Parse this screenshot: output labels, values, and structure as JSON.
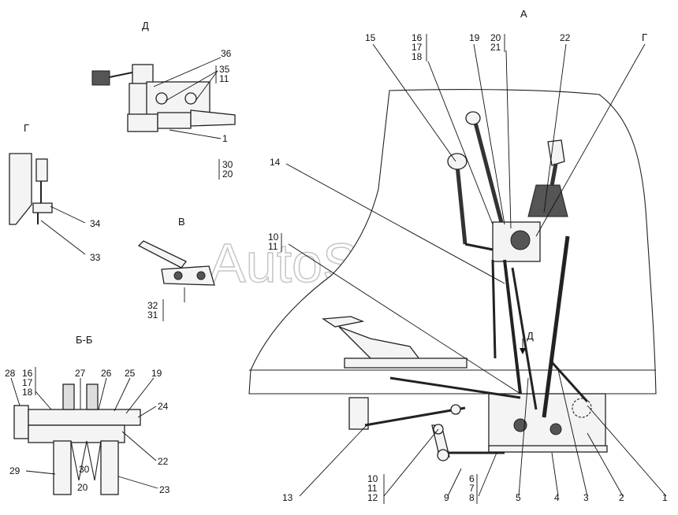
{
  "views": {
    "A": "А",
    "D": "Д",
    "G": "Г",
    "V": "В",
    "BB": "Б-Б",
    "G_arrow": "Г",
    "D_arrow": "Д"
  },
  "watermark": "AutoSoft",
  "labels": {
    "l1": "1",
    "l2": "2",
    "l3": "3",
    "l4": "4",
    "l5": "5",
    "l6": "6",
    "l7": "7",
    "l8": "8",
    "l9": "9",
    "l10": "10",
    "l11": "11",
    "l12": "12",
    "l13": "13",
    "l14": "14",
    "l15": "15",
    "l16": "16",
    "l17": "17",
    "l18": "18",
    "l19": "19",
    "l20": "20",
    "l21": "21",
    "l22": "22",
    "d36": "36",
    "d35": "35",
    "d11": "11",
    "d1": "1",
    "d30": "30",
    "d20": "20",
    "g34": "34",
    "g33": "33",
    "v32": "32",
    "v31": "31",
    "m10": "10",
    "m11": "11",
    "b28": "28",
    "b16": "16",
    "b17": "17",
    "b18": "18",
    "b27": "27",
    "b26": "26",
    "b25": "25",
    "b19": "19",
    "b24": "24",
    "b22": "22",
    "b29": "29",
    "b30": "30",
    "b20": "20",
    "b23": "23",
    "c10": "10",
    "c11": "11",
    "c12": "12"
  }
}
